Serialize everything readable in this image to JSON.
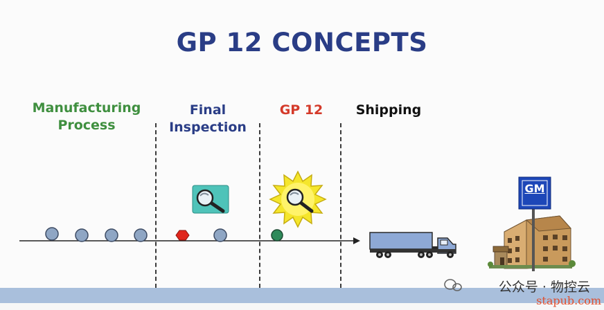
{
  "title": "GP 12 CONCEPTS",
  "stages": {
    "manufacturing": [
      "Manufacturing",
      "Process"
    ],
    "final_inspection": [
      "Final",
      "Inspection"
    ],
    "gp12": "GP 12",
    "shipping": "Shipping"
  },
  "gm_logo": "GM",
  "watermark": "公众号 · 物控云",
  "site": "stapub.com",
  "colors": {
    "title": "#2a3d86",
    "manufacturing": "#3f8f3f",
    "gp12": "#d43a2a",
    "part": "#8fa6c4",
    "defect_part": "#e0261c",
    "good_part": "#2e8a5a",
    "bottom_bar": "#a9bfdc"
  }
}
